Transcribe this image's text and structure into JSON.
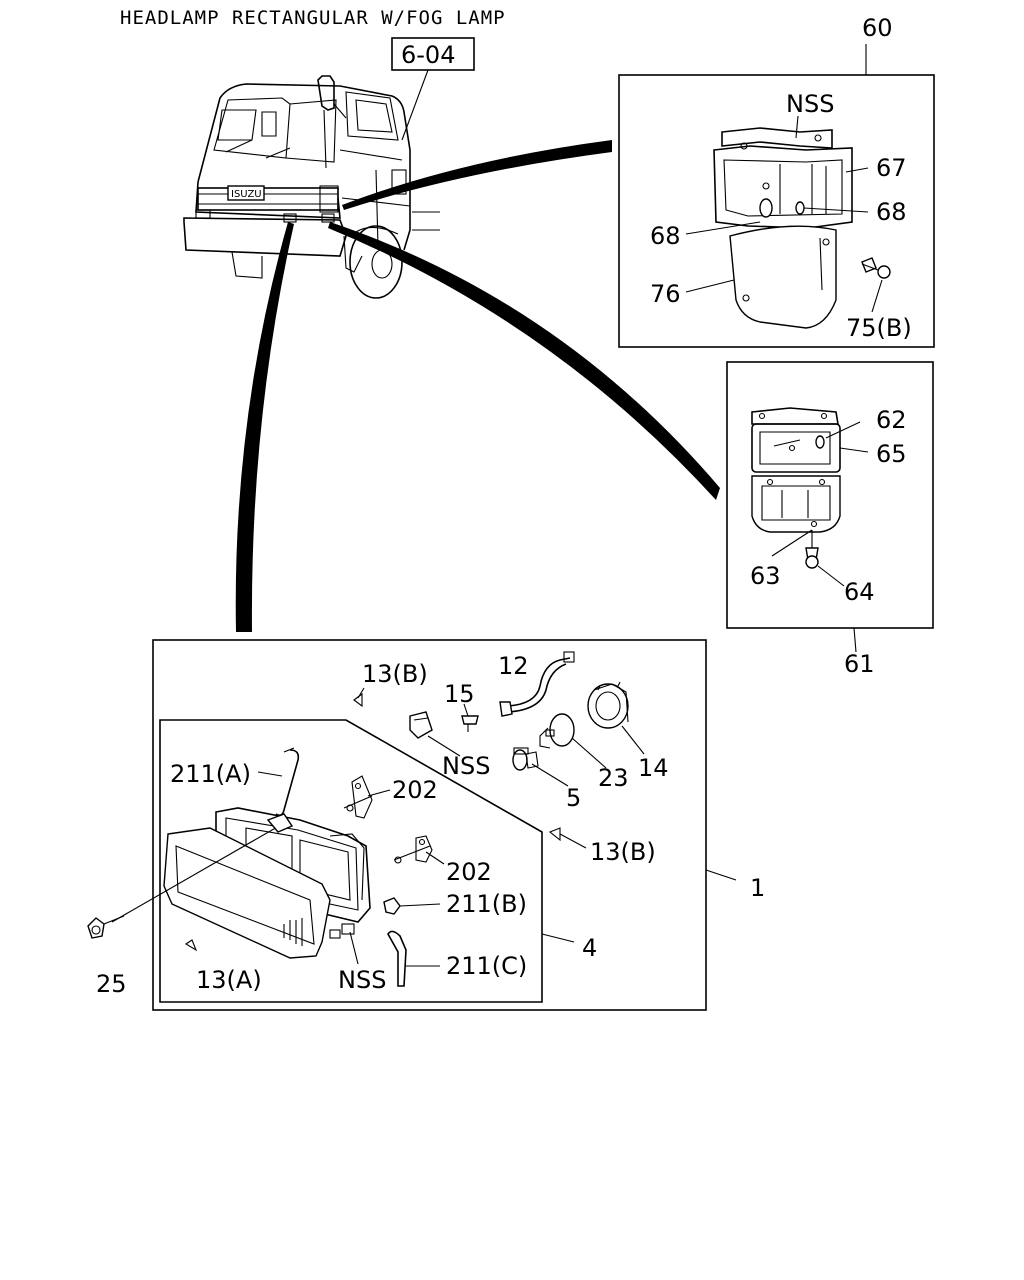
{
  "title": "HEADLAMP RECTANGULAR W/FOG LAMP",
  "ref_box": "6-04",
  "brand": "ISUZU",
  "panels": {
    "upper_right": "60",
    "middle_right": "61",
    "main": "1",
    "sub": "4"
  },
  "labels": {
    "nss_top": "NSS",
    "p67": "67",
    "p68_right": "68",
    "p68_left": "68",
    "p76": "76",
    "p75b": "75(B)",
    "p62": "62",
    "p65": "65",
    "p63": "63",
    "p64": "64",
    "p13b_top": "13(B)",
    "p12": "12",
    "p15": "15",
    "nss_mid": "NSS",
    "p5": "5",
    "p23": "23",
    "p14": "14",
    "p211a": "211(A)",
    "p202_top": "202",
    "p202_low": "202",
    "p13b_right": "13(B)",
    "p211b": "211(B)",
    "p211c": "211(C)",
    "p13a": "13(A)",
    "nss_low": "NSS",
    "p25": "25"
  }
}
